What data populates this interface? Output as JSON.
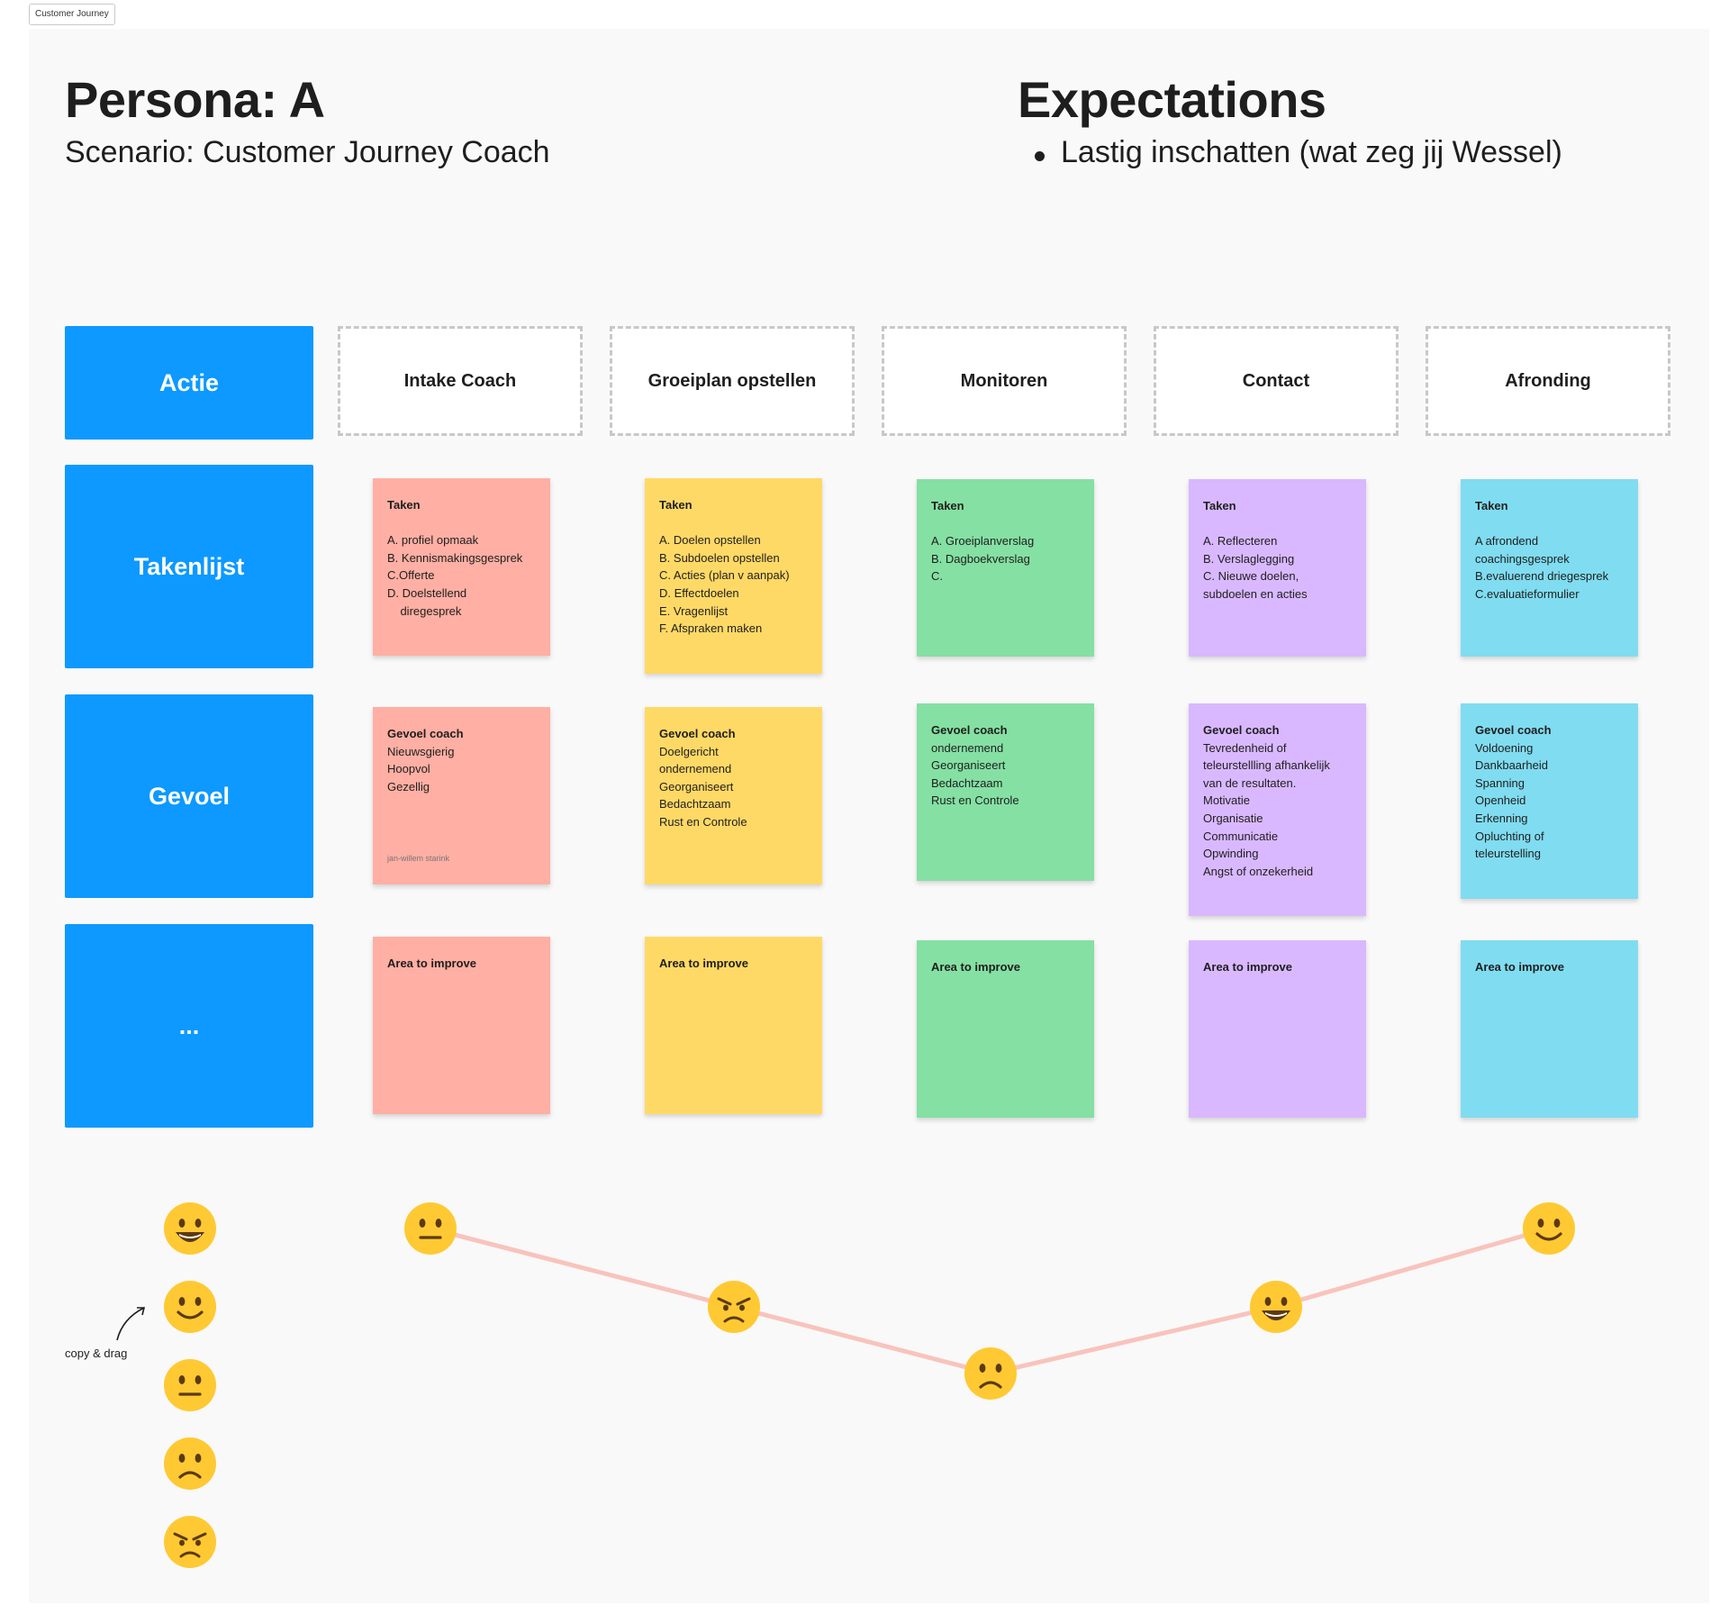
{
  "frame_label": "Customer Journey",
  "persona": {
    "title": "Persona: A",
    "scenario": "Scenario: Customer Journey Coach"
  },
  "expectations": {
    "title": "Expectations",
    "bullets": [
      "Lastig inschatten (wat zeg jij Wessel)"
    ]
  },
  "rows": [
    {
      "label": "Actie"
    },
    {
      "label": "Takenlijst"
    },
    {
      "label": "Gevoel"
    },
    {
      "label": "..."
    }
  ],
  "columns": [
    {
      "header": "Intake Coach",
      "color": "#ffafa3",
      "taken": {
        "title": "Taken",
        "lines": [
          "A. profiel opmaak",
          "B. Kennismakingsgesprek",
          "C.Offerte",
          "D. Doelstellend",
          "    diregesprek"
        ]
      },
      "gevoel": {
        "title": "Gevoel coach",
        "lines": [
          "Nieuwsgierig",
          "Hoopvol",
          "Gezellig"
        ],
        "author": "jan-willem starink"
      },
      "improve": {
        "title": "Area to improve"
      }
    },
    {
      "header": "Groeiplan opstellen",
      "color": "#ffd966",
      "taken": {
        "title": "Taken",
        "lines": [
          "A. Doelen opstellen",
          "B. Subdoelen opstellen",
          "C. Acties (plan v aanpak)",
          "D. Effectdoelen",
          "E. Vragenlijst",
          "F. Afspraken maken"
        ]
      },
      "gevoel": {
        "title": "Gevoel coach",
        "lines": [
          "Doelgericht",
          "ondernemend",
          "Georganiseert",
          "Bedachtzaam",
          "Rust en Controle"
        ]
      },
      "improve": {
        "title": "Area to improve"
      }
    },
    {
      "header": "Monitoren",
      "color": "#85e0a3",
      "taken": {
        "title": "Taken",
        "lines": [
          "A. Groeiplanverslag",
          "B. Dagboekverslag",
          "C."
        ]
      },
      "gevoel": {
        "title": "Gevoel coach",
        "lines": [
          "ondernemend",
          "Georganiseert",
          "Bedachtzaam",
          "Rust en Controle"
        ]
      },
      "improve": {
        "title": "Area to improve"
      }
    },
    {
      "header": "Contact",
      "color": "#d9b8ff",
      "taken": {
        "title": "Taken",
        "lines": [
          "A. Reflecteren",
          "B. Verslaglegging",
          "C. Nieuwe doelen,",
          "subdoelen en acties"
        ]
      },
      "gevoel": {
        "title": "Gevoel coach",
        "lines": [
          "Tevredenheid of",
          "teleurstellling afhankelijk",
          "van de resultaten.",
          "Motivatie",
          "Organisatie",
          "Communicatie",
          "Opwinding",
          "Angst of onzekerheid"
        ]
      },
      "improve": {
        "title": "Area to improve"
      }
    },
    {
      "header": "Afronding",
      "color": "#80dcf0",
      "taken": {
        "title": "Taken",
        "lines": [
          "A afrondend",
          "coachingsgesprek",
          "B.evaluerend driegesprek",
          "C.evaluatieformulier"
        ]
      },
      "gevoel": {
        "title": "Gevoel coach",
        "lines": [
          "Voldoening",
          "Dankbaarheid",
          "Spanning",
          "Openheid",
          "Erkenning",
          "Opluchting of",
          "teleurstelling"
        ]
      },
      "improve": {
        "title": "Area to improve"
      }
    }
  ],
  "emotion_scale": [
    "very-happy",
    "happy",
    "neutral",
    "sad",
    "angry"
  ],
  "journey_emotions": [
    "neutral",
    "angry",
    "sad",
    "very-happy",
    "happy"
  ],
  "copy_note": "copy & drag",
  "colors": {
    "label_blue": "#0d99ff",
    "journey_line": "#f9c3bd",
    "emoji_face": "#ffc933"
  }
}
